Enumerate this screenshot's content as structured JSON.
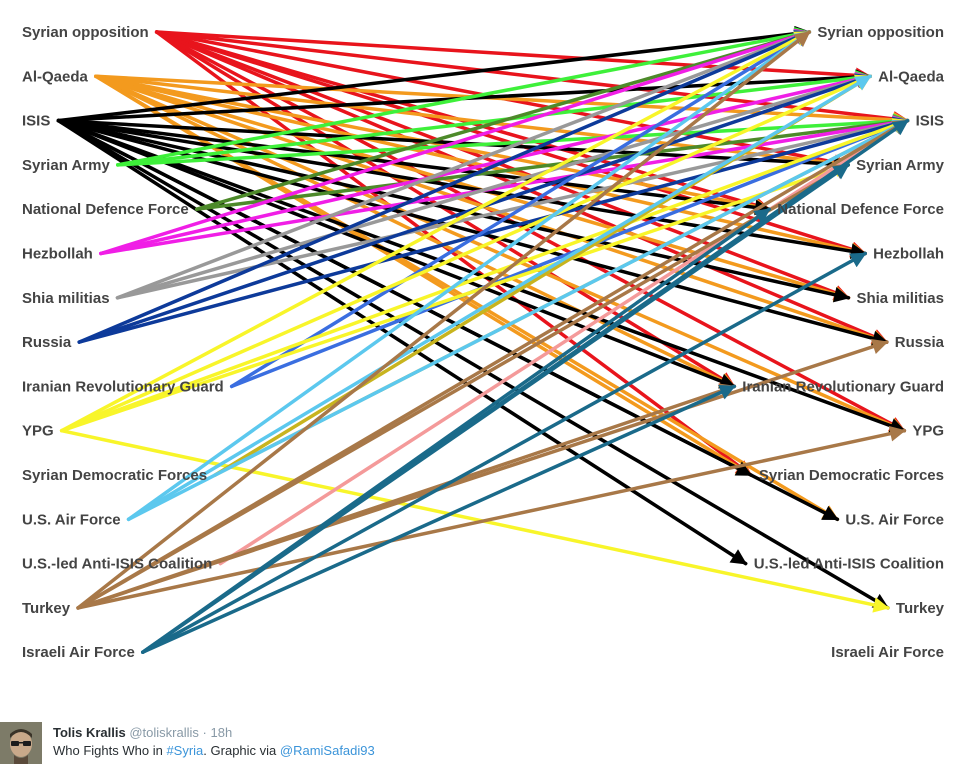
{
  "graphic": {
    "left_labels": [
      "Syrian opposition",
      "Al-Qaeda",
      "ISIS",
      "Syrian Army",
      "National Defence Force",
      "Hezbollah",
      "Shia militias",
      "Russia",
      "Iranian Revolutionary Guard",
      "YPG",
      "Syrian Democratic Forces",
      "U.S. Air Force",
      "U.S.-led Anti-ISIS Coalition",
      "Turkey",
      "Israeli Air Force"
    ],
    "right_labels": [
      "Syrian opposition",
      "Al-Qaeda",
      "ISIS",
      "Syrian Army",
      "National Defence Force",
      "Hezbollah",
      "Shia militias",
      "Russia",
      "Iranian Revolutionary Guard",
      "YPG",
      "Syrian Democratic Forces",
      "U.S. Air Force",
      "U.S.-led Anti-ISIS Coalition",
      "Turkey",
      "Israeli Air Force"
    ],
    "colors": {
      "Syrian opposition": "#e8141c",
      "Al-Qaeda": "#f39a1e",
      "ISIS": "#000000",
      "Syrian Army": "#3ef03a",
      "National Defence Force": "#4d8a2a",
      "Hezbollah": "#f01ee6",
      "Shia militias": "#999999",
      "Russia": "#0d3a9a",
      "Iranian Revolutionary Guard": "#3a6ee0",
      "YPG": "#f8f52a",
      "Syrian Democratic Forces": "#c8b41e",
      "U.S. Air Force": "#5cc8ee",
      "U.S.-led Anti-ISIS Coalition": "#f49a9a",
      "Turkey": "#a87848",
      "Israeli Air Force": "#1a6a8a"
    },
    "connections": [
      {
        "from": "Syrian opposition",
        "to": [
          "Al-Qaeda",
          "ISIS",
          "Syrian Army",
          "National Defence Force",
          "Hezbollah",
          "Shia militias",
          "Russia",
          "Iranian Revolutionary Guard",
          "YPG",
          "Syrian Democratic Forces"
        ]
      },
      {
        "from": "Al-Qaeda",
        "to": [
          "ISIS",
          "Syrian Army",
          "National Defence Force",
          "Hezbollah",
          "Shia militias",
          "Russia",
          "Iranian Revolutionary Guard",
          "YPG",
          "Syrian Democratic Forces",
          "U.S. Air Force"
        ]
      },
      {
        "from": "ISIS",
        "to": [
          "Syrian opposition",
          "Al-Qaeda",
          "Syrian Army",
          "National Defence Force",
          "Hezbollah",
          "Shia militias",
          "Russia",
          "Iranian Revolutionary Guard",
          "YPG",
          "Syrian Democratic Forces",
          "U.S. Air Force",
          "U.S.-led Anti-ISIS Coalition",
          "Turkey"
        ]
      },
      {
        "from": "Syrian Army",
        "to": [
          "Syrian opposition",
          "Al-Qaeda",
          "ISIS"
        ]
      },
      {
        "from": "National Defence Force",
        "to": [
          "Syrian opposition",
          "ISIS"
        ]
      },
      {
        "from": "Hezbollah",
        "to": [
          "Syrian opposition",
          "Al-Qaeda",
          "ISIS"
        ]
      },
      {
        "from": "Shia militias",
        "to": [
          "Syrian opposition",
          "Al-Qaeda",
          "ISIS"
        ]
      },
      {
        "from": "Russia",
        "to": [
          "Syrian opposition",
          "Al-Qaeda",
          "ISIS"
        ]
      },
      {
        "from": "Iranian Revolutionary Guard",
        "to": [
          "Syrian opposition",
          "ISIS"
        ]
      },
      {
        "from": "YPG",
        "to": [
          "Syrian opposition",
          "Al-Qaeda",
          "ISIS",
          "Syrian Army",
          "Turkey"
        ]
      },
      {
        "from": "Syrian Democratic Forces",
        "to": [
          "Al-Qaeda",
          "ISIS"
        ]
      },
      {
        "from": "U.S. Air Force",
        "to": [
          "Syrian opposition",
          "Al-Qaeda",
          "ISIS"
        ]
      },
      {
        "from": "U.S.-led Anti-ISIS Coalition",
        "to": [
          "ISIS"
        ]
      },
      {
        "from": "Turkey",
        "to": [
          "Syrian opposition",
          "ISIS",
          "Syrian Army",
          "Russia",
          "Iranian Revolutionary Guard",
          "YPG"
        ]
      },
      {
        "from": "Israeli Air Force",
        "to": [
          "ISIS",
          "Syrian Army",
          "National Defence Force",
          "Hezbollah",
          "Iranian Revolutionary Guard"
        ]
      }
    ]
  },
  "tweet": {
    "author_name": "Tolis Krallis",
    "handle": "@toliskrallis",
    "separator": "·",
    "time": "18h",
    "text_before": "Who Fights Who in ",
    "hashtag": "#Syria",
    "text_middle": ". Graphic via ",
    "mention": "@RamiSafadi93"
  }
}
